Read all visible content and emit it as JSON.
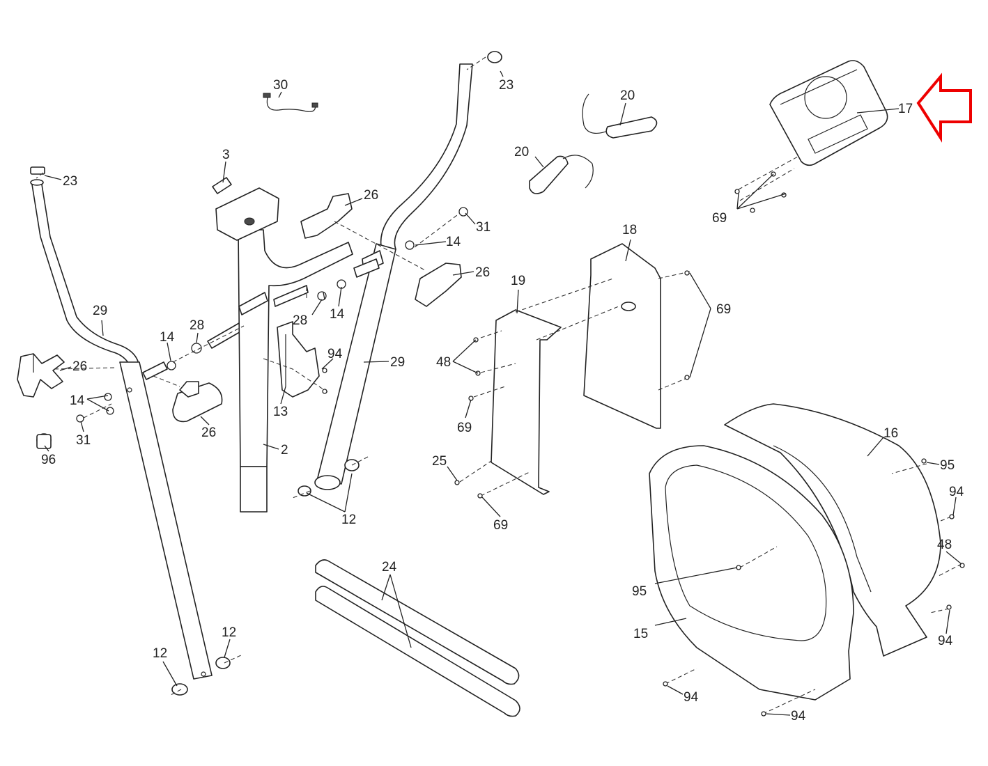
{
  "callouts": [
    {
      "id": "c23a",
      "text": "23"
    },
    {
      "id": "c23b",
      "text": "23"
    },
    {
      "id": "c30",
      "text": "30"
    },
    {
      "id": "c3",
      "text": "3"
    },
    {
      "id": "c20a",
      "text": "20"
    },
    {
      "id": "c20b",
      "text": "20"
    },
    {
      "id": "c17",
      "text": "17"
    },
    {
      "id": "c69a",
      "text": "69"
    },
    {
      "id": "c26a",
      "text": "26"
    },
    {
      "id": "c31a",
      "text": "31"
    },
    {
      "id": "c14a",
      "text": "14"
    },
    {
      "id": "c18",
      "text": "18"
    },
    {
      "id": "c26b",
      "text": "26"
    },
    {
      "id": "c19",
      "text": "19"
    },
    {
      "id": "c69b",
      "text": "69"
    },
    {
      "id": "c29a",
      "text": "29"
    },
    {
      "id": "c28a",
      "text": "28"
    },
    {
      "id": "c14b",
      "text": "14"
    },
    {
      "id": "c14c",
      "text": "14"
    },
    {
      "id": "c28b",
      "text": "28"
    },
    {
      "id": "c94a",
      "text": "94"
    },
    {
      "id": "c29b",
      "text": "29"
    },
    {
      "id": "c48a",
      "text": "48"
    },
    {
      "id": "c26c",
      "text": "26"
    },
    {
      "id": "c14d",
      "text": "14"
    },
    {
      "id": "c13",
      "text": "13"
    },
    {
      "id": "c69c",
      "text": "69"
    },
    {
      "id": "c31b",
      "text": "31"
    },
    {
      "id": "c26d",
      "text": "26"
    },
    {
      "id": "c96",
      "text": "96"
    },
    {
      "id": "c2",
      "text": "2"
    },
    {
      "id": "c16",
      "text": "16"
    },
    {
      "id": "c25",
      "text": "25"
    },
    {
      "id": "c95a",
      "text": "95"
    },
    {
      "id": "c94b",
      "text": "94"
    },
    {
      "id": "c12a",
      "text": "12"
    },
    {
      "id": "c69d",
      "text": "69"
    },
    {
      "id": "c48b",
      "text": "48"
    },
    {
      "id": "c24",
      "text": "24"
    },
    {
      "id": "c95b",
      "text": "95"
    },
    {
      "id": "c12b",
      "text": "12"
    },
    {
      "id": "c12c",
      "text": "12"
    },
    {
      "id": "c15",
      "text": "15"
    },
    {
      "id": "c94c",
      "text": "94"
    },
    {
      "id": "c94d",
      "text": "94"
    },
    {
      "id": "c94e",
      "text": "94"
    }
  ],
  "highlight": {
    "color": "#ee0000",
    "target_part": "17",
    "shape": "arrow pointing left"
  },
  "colors": {
    "line": "#222222",
    "background": "#ffffff",
    "highlight": "#ee0000"
  }
}
